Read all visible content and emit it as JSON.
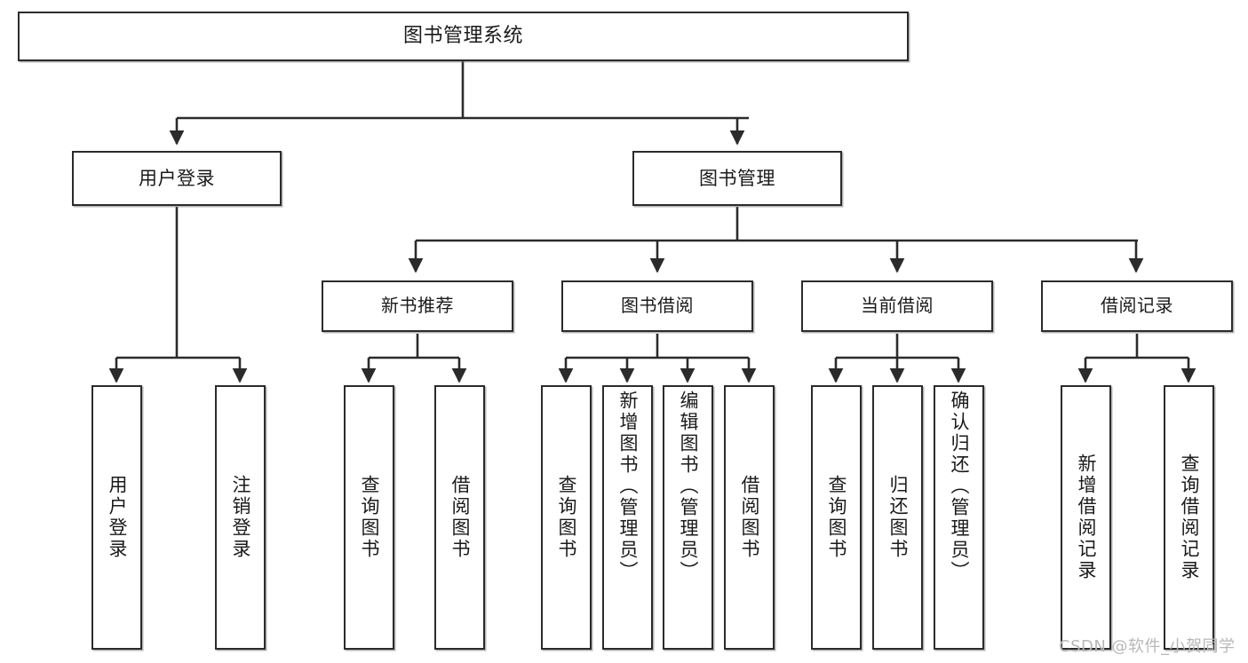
{
  "diagram": {
    "title": "图书管理系统",
    "type": "tree-hierarchy",
    "root": {
      "id": "root",
      "label": "图书管理系统"
    },
    "level2": [
      {
        "id": "user-login",
        "label": "用户登录"
      },
      {
        "id": "book-manage",
        "label": "图书管理"
      }
    ],
    "level3": [
      {
        "id": "new-book-rec",
        "label": "新书推荐"
      },
      {
        "id": "book-borrow",
        "label": "图书借阅"
      },
      {
        "id": "current-borrow",
        "label": "当前借阅"
      },
      {
        "id": "borrow-record",
        "label": "借阅记录"
      }
    ],
    "leaves": {
      "user_login": [
        {
          "id": "leaf-user-login",
          "label": "用户登录"
        },
        {
          "id": "leaf-user-logout",
          "label": "注销登录"
        }
      ],
      "new_book_rec": [
        {
          "id": "leaf-query-book-1",
          "label": "查询图书"
        },
        {
          "id": "leaf-borrow-book-1",
          "label": "借阅图书"
        }
      ],
      "book_borrow": [
        {
          "id": "leaf-query-book-2",
          "label": "查询图书"
        },
        {
          "id": "leaf-add-book",
          "label": "新增图书（管理员）"
        },
        {
          "id": "leaf-edit-book",
          "label": "编辑图书（管理员）"
        },
        {
          "id": "leaf-borrow-book-2",
          "label": "借阅图书"
        }
      ],
      "current_borrow": [
        {
          "id": "leaf-query-book-3",
          "label": "查询图书"
        },
        {
          "id": "leaf-return-book",
          "label": "归还图书"
        },
        {
          "id": "leaf-confirm-return",
          "label": "确认归还（管理员）"
        }
      ],
      "borrow_record": [
        {
          "id": "leaf-add-record",
          "label": "新增借阅记录"
        },
        {
          "id": "leaf-query-record",
          "label": "查询借阅记录"
        }
      ]
    }
  },
  "watermark": {
    "text": "CSDN @软件_小贺同学"
  },
  "colors": {
    "stroke": "#2b2b2b",
    "fill": "#ffffff",
    "text": "#1a1a1a",
    "watermark": "#b8b8b8"
  }
}
